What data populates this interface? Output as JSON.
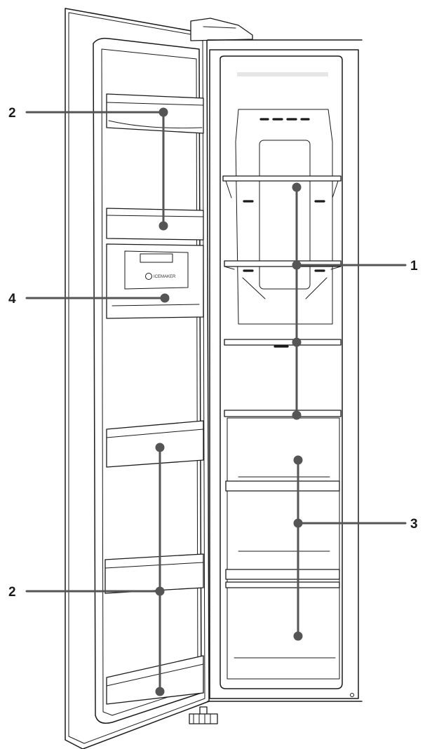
{
  "callouts": {
    "label_1": "1",
    "label_2_upper": "2",
    "label_2_lower": "2",
    "label_3": "3",
    "label_4": "4"
  },
  "icemaker_badge": {
    "text": "ICEMAKER"
  },
  "colors": {
    "outline": "#1a1a1a",
    "leader": "#555555",
    "background": "#ffffff"
  }
}
